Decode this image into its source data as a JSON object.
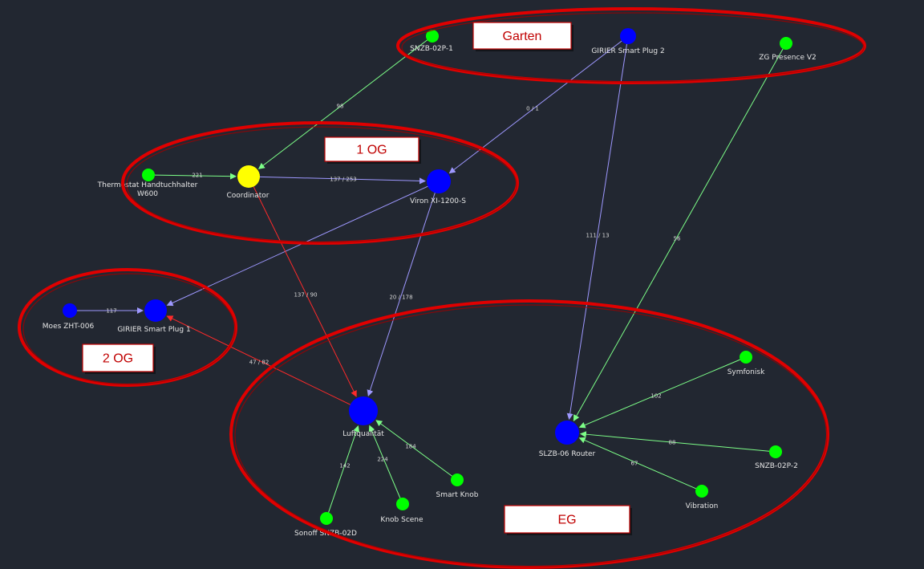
{
  "colors": {
    "background": "#222731",
    "coordinator": "#ffff00",
    "router": "#0000ff",
    "end_device": "#00ff00",
    "edge_end_device": "#7dff88",
    "edge_router": "#9e98ff",
    "edge_coordinator": "#ff2a2a",
    "annotation": "#e00000"
  },
  "areas": [
    {
      "id": "garten",
      "label": "Garten"
    },
    {
      "id": "og1",
      "label": "1 OG"
    },
    {
      "id": "og2",
      "label": "2 OG"
    },
    {
      "id": "eg",
      "label": "EG"
    }
  ],
  "nodes": [
    {
      "id": "snzb02p1",
      "label": "SNZB-02P-1",
      "type": "end_device"
    },
    {
      "id": "girier2",
      "label": "GIRIER Smart Plug 2",
      "type": "router"
    },
    {
      "id": "zgpresence",
      "label": "ZG Presence V2",
      "type": "end_device"
    },
    {
      "id": "thermostat",
      "label": "Thermostat Handtuchhalter",
      "label2": "W600",
      "type": "end_device"
    },
    {
      "id": "coordinator",
      "label": "Coordinator",
      "type": "coordinator"
    },
    {
      "id": "viron",
      "label": "Viron XI-1200-S",
      "type": "router"
    },
    {
      "id": "moes",
      "label": "Moes ZHT-006",
      "type": "router"
    },
    {
      "id": "girier1",
      "label": "GIRIER Smart Plug 1",
      "type": "router"
    },
    {
      "id": "luftqualitaet",
      "label": "Luftqualität",
      "type": "router"
    },
    {
      "id": "slzb06",
      "label": "SLZB-06 Router",
      "type": "router"
    },
    {
      "id": "symfonisk",
      "label": "Symfonisk",
      "type": "end_device"
    },
    {
      "id": "snzb02p2",
      "label": "SNZB-02P-2",
      "type": "end_device"
    },
    {
      "id": "vibration",
      "label": "Vibration",
      "type": "end_device"
    },
    {
      "id": "smartknob",
      "label": "Smart Knob",
      "type": "end_device"
    },
    {
      "id": "knobscene",
      "label": "Knob Scene",
      "type": "end_device"
    },
    {
      "id": "sonoff",
      "label": "Sonoff SNZB-02D",
      "type": "end_device"
    }
  ],
  "edges": [
    {
      "from": "snzb02p1",
      "to": "coordinator",
      "label": "98",
      "kind": "end_device"
    },
    {
      "from": "thermostat",
      "to": "coordinator",
      "label": "221",
      "kind": "end_device"
    },
    {
      "from": "coordinator",
      "to": "viron",
      "label": "137 / 253",
      "kind": "router"
    },
    {
      "from": "girier2",
      "to": "viron",
      "label": "0 / 1",
      "kind": "router"
    },
    {
      "from": "viron",
      "to": "girier1",
      "label": "",
      "kind": "router"
    },
    {
      "from": "moes",
      "to": "girier1",
      "label": "117",
      "kind": "router"
    },
    {
      "from": "coordinator",
      "to": "luftqualitaet",
      "label": "137 / 90",
      "kind": "coordinator"
    },
    {
      "from": "viron",
      "to": "luftqualitaet",
      "label": "20 / 178",
      "kind": "router"
    },
    {
      "from": "luftqualitaet",
      "to": "girier1",
      "label": "47 / 82",
      "kind": "coordinator"
    },
    {
      "from": "girier2",
      "to": "slzb06",
      "label": "111 / 13",
      "kind": "router"
    },
    {
      "from": "zgpresence",
      "to": "slzb06",
      "label": "56",
      "kind": "end_device"
    },
    {
      "from": "symfonisk",
      "to": "slzb06",
      "label": "102",
      "kind": "end_device"
    },
    {
      "from": "snzb02p2",
      "to": "slzb06",
      "label": "88",
      "kind": "end_device"
    },
    {
      "from": "vibration",
      "to": "slzb06",
      "label": "67",
      "kind": "end_device"
    },
    {
      "from": "smartknob",
      "to": "luftqualitaet",
      "label": "184",
      "kind": "end_device"
    },
    {
      "from": "knobscene",
      "to": "luftqualitaet",
      "label": "224",
      "kind": "end_device"
    },
    {
      "from": "sonoff",
      "to": "luftqualitaet",
      "label": "142",
      "kind": "end_device"
    }
  ]
}
